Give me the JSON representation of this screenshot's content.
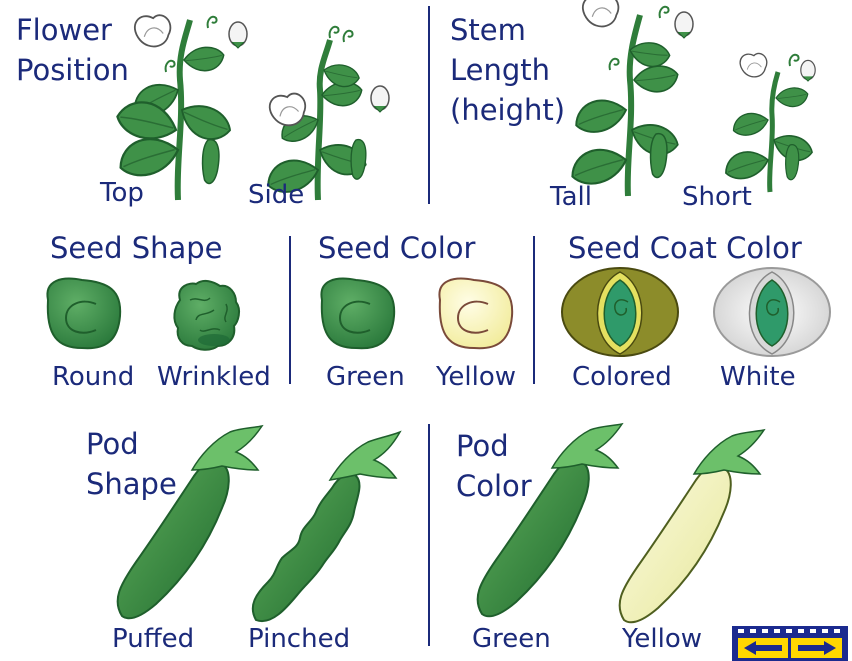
{
  "colors": {
    "text": "#1b2a7a",
    "leaf": "#3f9148",
    "leaf_dark": "#1f5f2c",
    "seed_green": "#3d8b4c",
    "seed_yellow": "#fbf6b6",
    "coat_colored": "#8c8c2a",
    "coat_white": "#e6e6e6",
    "pod_green": "#2f7d3a",
    "pod_yellow": "#f4f3c2",
    "film_icon_bg": "#1b2a8f",
    "film_icon_fg": "#ffd700"
  },
  "flower_position": {
    "heading_line1": "Flower",
    "heading_line2": "Position",
    "option_a": "Top",
    "option_b": "Side"
  },
  "stem_length": {
    "heading_line1": "Stem",
    "heading_line2": "Length",
    "heading_line3": "(height)",
    "option_a": "Tall",
    "option_b": "Short"
  },
  "seed_shape": {
    "heading": "Seed Shape",
    "option_a": "Round",
    "option_b": "Wrinkled"
  },
  "seed_color": {
    "heading": "Seed Color",
    "option_a": "Green",
    "option_b": "Yellow"
  },
  "seed_coat_color": {
    "heading": "Seed Coat Color",
    "option_a": "Colored",
    "option_b": "White"
  },
  "pod_shape": {
    "heading_line1": "Pod",
    "heading_line2": "Shape",
    "option_a": "Puffed",
    "option_b": "Pinched"
  },
  "pod_color": {
    "heading_line1": "Pod",
    "heading_line2": "Color",
    "option_a": "Green",
    "option_b": "Yellow"
  },
  "icons": {
    "film_strip": "film-strip-icon",
    "left_arrow": "arrow-left-icon",
    "right_arrow": "arrow-right-icon"
  }
}
